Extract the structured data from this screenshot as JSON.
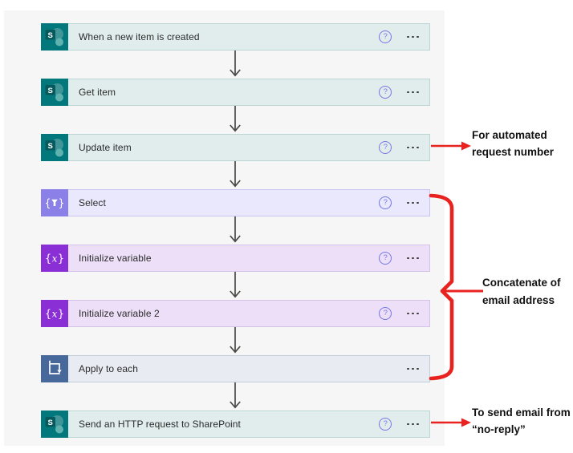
{
  "flow": {
    "steps": [
      {
        "label": "When a new item is created",
        "type": "sharepoint",
        "has_help": true
      },
      {
        "label": "Get item",
        "type": "sharepoint",
        "has_help": true
      },
      {
        "label": "Update item",
        "type": "sharepoint",
        "has_help": true
      },
      {
        "label": "Select",
        "type": "data-operation-select",
        "has_help": true
      },
      {
        "label": "Initialize variable",
        "type": "variable",
        "has_help": true
      },
      {
        "label": "Initialize variable 2",
        "type": "variable",
        "has_help": true
      },
      {
        "label": "Apply to each",
        "type": "apply-to-each",
        "has_help": false
      },
      {
        "label": "Send an HTTP request to SharePoint",
        "type": "sharepoint",
        "has_help": true
      }
    ]
  },
  "ui": {
    "help_glyph": "?",
    "sharepoint_logo_letter": "S",
    "select_icon_glyphs": {
      "open_brace": "{",
      "close_brace": "}"
    },
    "variable_icon_glyphs": {
      "open_brace": "{",
      "x": "x",
      "close_brace": "}"
    }
  },
  "annotations": {
    "update_item": {
      "line1": "For automated",
      "line2": "request number"
    },
    "concatenate": {
      "line1": "Concatenate of",
      "line2": "email address"
    },
    "send_http": {
      "line1": "To send email from",
      "line2": "“no-reply”"
    }
  },
  "colors": {
    "annotation_red": "#e8231f",
    "flow_arrow_gray": "#4a4847",
    "sharepoint_teal": "#03787c",
    "select_purple": "#8b80e8",
    "variable_purple": "#8a2ed5",
    "apply_to_each_blue": "#47689b",
    "help_badge_blue": "#7577e8",
    "panel_background": "#f5f6f5",
    "sharepoint_row_bg": "#e1eded",
    "select_row_bg": "#e9e8fc",
    "variable_row_bg": "#ecdff7",
    "apply_to_each_row_bg": "#e8ecf2"
  }
}
